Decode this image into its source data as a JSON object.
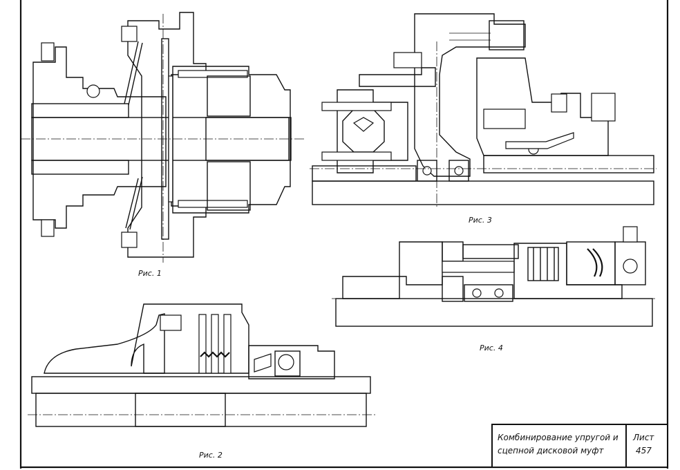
{
  "figures": [
    {
      "caption": "Рис. 1"
    },
    {
      "caption": "Рис. 2"
    },
    {
      "caption": "Рис. 3"
    },
    {
      "caption": "Рис. 4"
    }
  ],
  "title_block": {
    "title_line1": "Комбинирование упругой и",
    "title_line2": "сцепной дисковой муфт",
    "sheet_label": "Лист",
    "sheet_number": "457"
  }
}
